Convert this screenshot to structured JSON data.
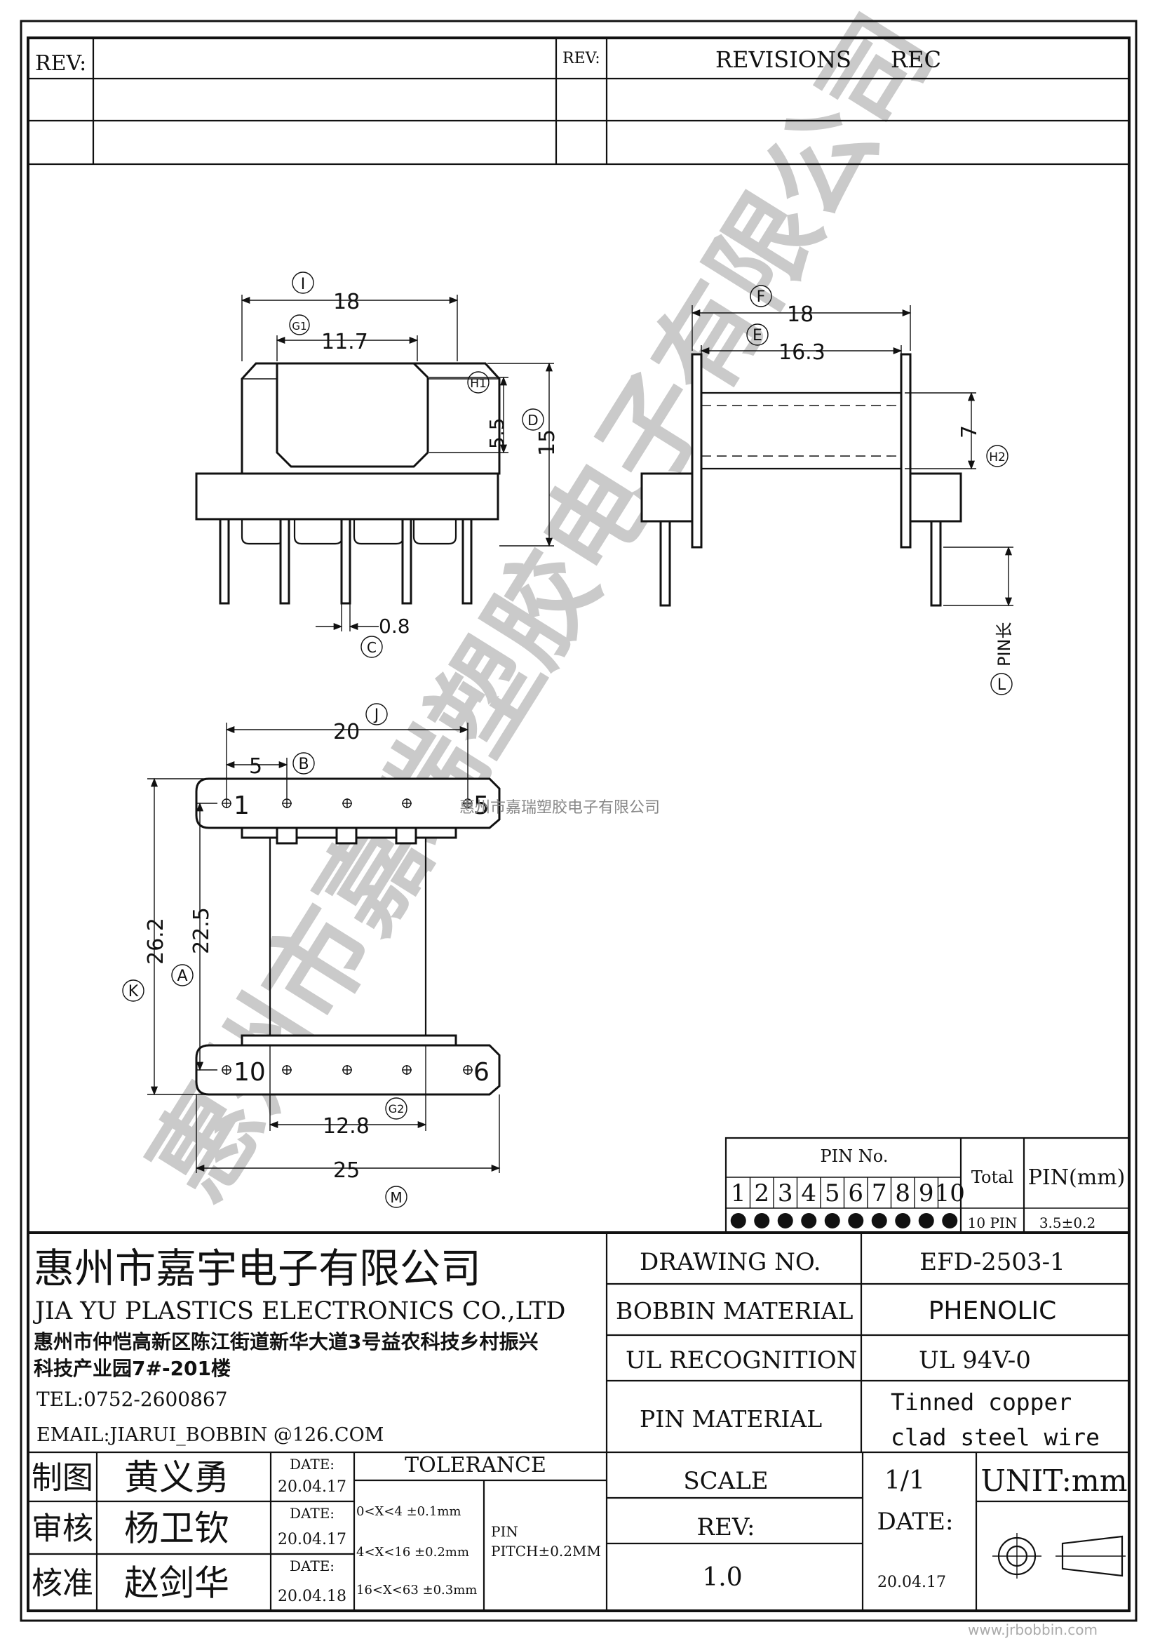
{
  "header": {
    "rev_label_left": "REV:",
    "rev_label_right": "REV:",
    "revisions_label": "REVISIONS",
    "rec_label": "REC"
  },
  "dimensions": {
    "top_width": "18",
    "top_width_id": "I",
    "window_width": "11.7",
    "window_width_id": "G1",
    "window_height": "5.5",
    "window_height_id": "H1",
    "total_height": "15",
    "total_height_id": "D",
    "pin_dia": "0.8",
    "pin_dia_id": "C",
    "side_width": "18",
    "side_width_id": "F",
    "side_inner": "16.3",
    "side_inner_id": "E",
    "side_core": "7",
    "side_core_id": "H2",
    "pin_length_label": "PIN长",
    "pin_length_id": "L",
    "row_span": "20",
    "row_span_id": "J",
    "pin_pitch": "5",
    "pin_pitch_id": "B",
    "overall_length": "26.2",
    "overall_length_id": "K",
    "inner_length": "22.5",
    "inner_length_id": "A",
    "core_width": "12.8",
    "core_width_id": "G2",
    "base_width": "25",
    "base_width_id": "M"
  },
  "pin_labels": {
    "p1": "1",
    "p5": "5",
    "p6": "6",
    "p10": "10"
  },
  "watermark": {
    "small_text": "惠州市嘉瑞塑胶电子有限公司",
    "big_text": "惠州市嘉瑞塑胶电子有限公司"
  },
  "pin_table": {
    "header": "PIN No.",
    "total_label": "Total",
    "pin_mm_label": "PIN(mm)",
    "numbers": [
      "1",
      "2",
      "3",
      "4",
      "5",
      "6",
      "7",
      "8",
      "9",
      "10"
    ],
    "total_value": "10 PIN",
    "pin_mm_value": "3.5±0.2"
  },
  "company": {
    "name_cn": "惠州市嘉宇电子有限公司",
    "name_en": "JIA YU PLASTICS ELECTRONICS CO.,LTD",
    "address_line1": "惠州市仲恺高新区陈江街道新华大道3号益农科技乡村振兴",
    "address_line2": "科技产业园7#-201楼",
    "tel": "TEL:0752-2600867",
    "email": "EMAIL:JIARUI_BOBBIN @126.COM"
  },
  "spec": {
    "drawing_no_label": "DRAWING  NO.",
    "drawing_no_value": "EFD-2503-1",
    "bobbin_material_label": "BOBBIN  MATERIAL",
    "bobbin_material_value": "PHENOLIC",
    "ul_label": "UL RECOGNITION",
    "ul_value": "UL 94V-0",
    "pin_material_label": "PIN MATERIAL",
    "pin_material_value1": "Tinned copper",
    "pin_material_value2": "clad steel wire",
    "scale_label": "SCALE",
    "scale_value": "1/1",
    "unit_label": "UNIT:mm",
    "rev_label": "REV:",
    "rev_value": "1.0",
    "date_label": "DATE:",
    "date_value": "20.04.17"
  },
  "signoff": {
    "rows": [
      {
        "role": "制图",
        "name": "黄义勇",
        "date_label": "DATE:",
        "date": "20.04.17",
        "tol": "0<X<4  ±0.1mm"
      },
      {
        "role": "审核",
        "name": "杨卫钦",
        "date_label": "DATE:",
        "date": "20.04.17",
        "tol": "4<X<16 ±0.2mm"
      },
      {
        "role": "核准",
        "name": "赵剑华",
        "date_label": "DATE:",
        "date": "20.04.18",
        "tol": "16<X<63 ±0.3mm"
      }
    ],
    "tolerance_label": "TOLERANCE",
    "pin_label": "PIN",
    "pitch_label": "PITCH±0.2MM"
  },
  "footer": {
    "url": "www.jrbobbin.com"
  }
}
